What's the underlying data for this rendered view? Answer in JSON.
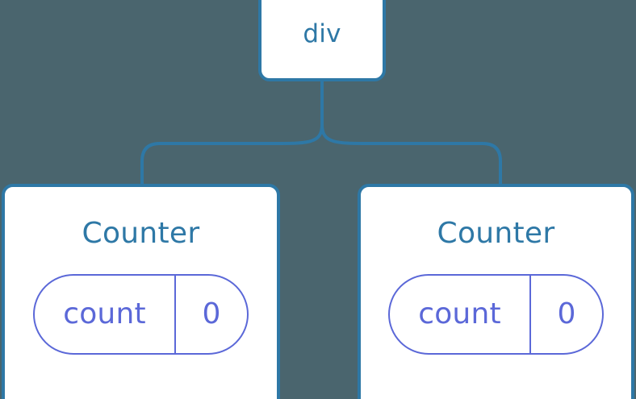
{
  "diagram": {
    "type": "component-tree",
    "background_color": "#4a656e",
    "node_border_color": "#2e78a6",
    "node_text_color": "#2e78a6",
    "state_accent_color": "#5b68d8",
    "edge_color": "#2e78a6",
    "root": {
      "label": "div"
    },
    "children": [
      {
        "label": "Counter",
        "state": {
          "key": "count",
          "value": "0"
        }
      },
      {
        "label": "Counter",
        "state": {
          "key": "count",
          "value": "0"
        }
      }
    ]
  }
}
